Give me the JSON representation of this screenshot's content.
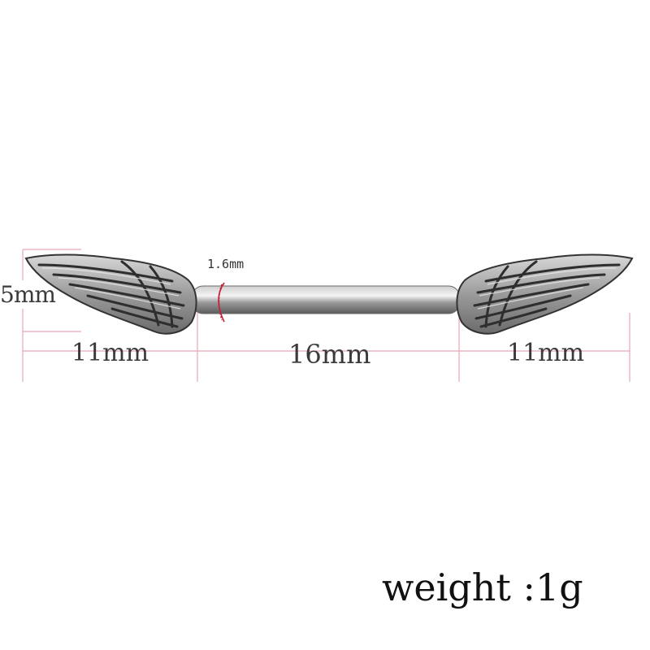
{
  "product": {
    "name": "angel wing nipple barbell",
    "dimensions": {
      "wing_height": "5mm",
      "left_wing_width": "11mm",
      "bar_length": "16mm",
      "right_wing_width": "11mm",
      "bar_gauge": "1.6mm"
    },
    "weight_text": "weight :1g"
  },
  "colors": {
    "dimension_line": "#e8a7b4",
    "gauge_marker": "#c81e3c",
    "metal_light": "#e6e6e6",
    "metal_dark": "#3a3a3a",
    "label_text": "#3a3a3a"
  }
}
